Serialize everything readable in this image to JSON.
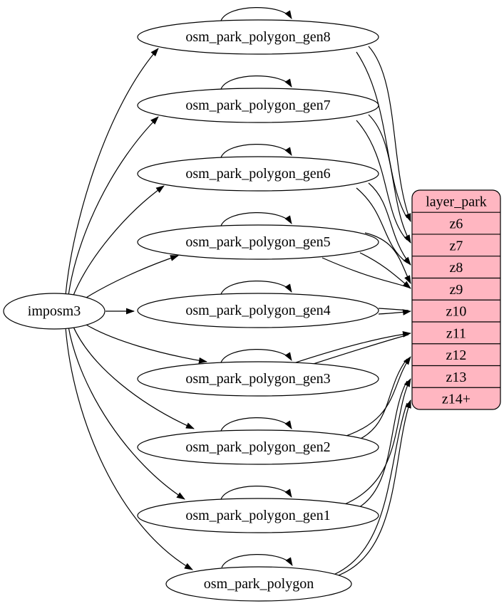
{
  "diagram": {
    "type": "etl-graph",
    "background_color": "#ffffff",
    "node_fill": "#ffffff",
    "node_stroke": "#000000",
    "edge_color": "#000000",
    "source_node": {
      "id": "imposm3",
      "label": "imposm3"
    },
    "table_nodes": [
      {
        "id": "gen8",
        "label": "osm_park_polygon_gen8"
      },
      {
        "id": "gen7",
        "label": "osm_park_polygon_gen7"
      },
      {
        "id": "gen6",
        "label": "osm_park_polygon_gen6"
      },
      {
        "id": "gen5",
        "label": "osm_park_polygon_gen5"
      },
      {
        "id": "gen4",
        "label": "osm_park_polygon_gen4"
      },
      {
        "id": "gen3",
        "label": "osm_park_polygon_gen3"
      },
      {
        "id": "gen2",
        "label": "osm_park_polygon_gen2"
      },
      {
        "id": "gen1",
        "label": "osm_park_polygon_gen1"
      },
      {
        "id": "polygon",
        "label": "osm_park_polygon"
      }
    ],
    "layer_table": {
      "title": "layer_park",
      "fill": "#ffb6c1",
      "stroke": "#000000",
      "rows": [
        "z6",
        "z7",
        "z8",
        "z9",
        "z10",
        "z11",
        "z12",
        "z13",
        "z14+"
      ]
    },
    "edges": {
      "from_source": [
        "gen8",
        "gen7",
        "gen6",
        "gen5",
        "gen4",
        "gen3",
        "gen2",
        "gen1",
        "polygon"
      ],
      "self_loops": [
        "gen8",
        "gen7",
        "gen6",
        "gen5",
        "gen4",
        "gen3",
        "gen2",
        "gen1",
        "polygon"
      ],
      "table_to_row": [
        {
          "from": "gen8",
          "row": "z6"
        },
        {
          "from": "gen7",
          "row": "z7"
        },
        {
          "from": "gen6",
          "row": "z8"
        },
        {
          "from": "gen5",
          "row": "z9"
        },
        {
          "from": "gen4",
          "row": "z10"
        },
        {
          "from": "gen3",
          "row": "z11"
        },
        {
          "from": "gen2",
          "row": "z12"
        },
        {
          "from": "gen1",
          "row": "z13"
        },
        {
          "from": "polygon",
          "row": "z14+"
        }
      ]
    }
  }
}
